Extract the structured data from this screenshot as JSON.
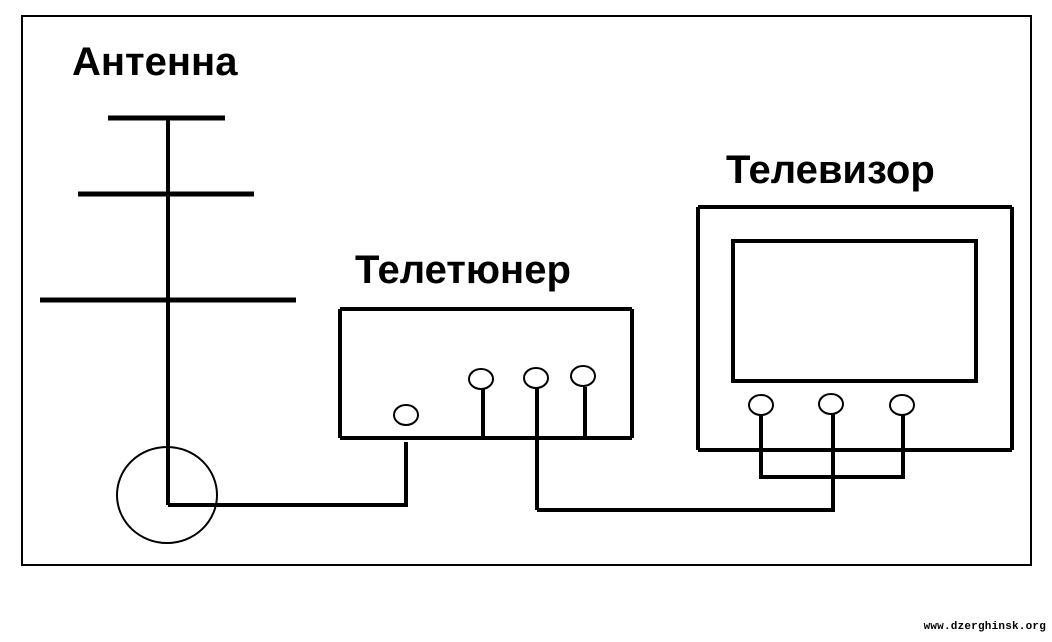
{
  "labels": {
    "antenna": "Антенна",
    "tuner": "Телетюнер",
    "tv": "Телевизор"
  },
  "watermark": "www.dzerghinsk.org",
  "colors": {
    "line": "#000000",
    "background": "#ffffff"
  }
}
